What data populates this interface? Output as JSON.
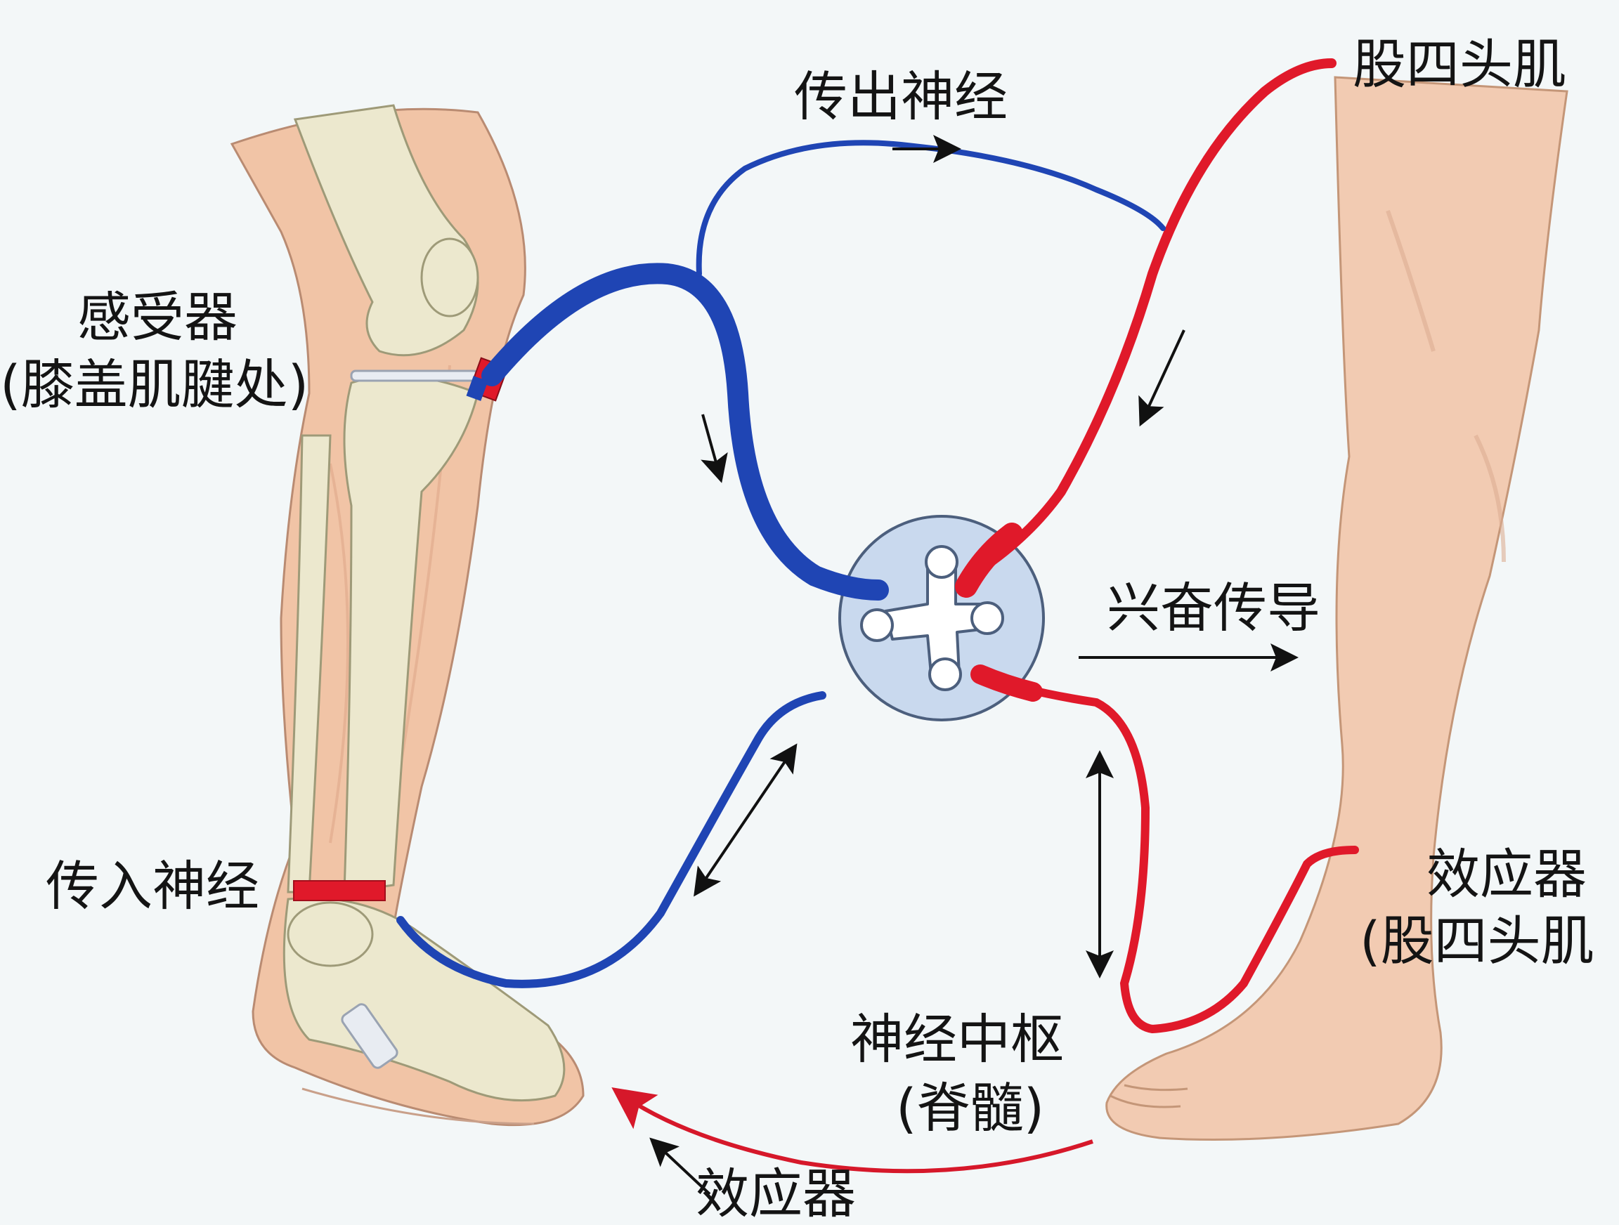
{
  "labels": {
    "receptor": "感受器",
    "receptor_location": "(膝盖肌腱处)",
    "efferent_nerve": "传出神经",
    "quadriceps": "股四头肌",
    "excitation_conduction": "兴奋传导",
    "afferent_nerve": "传入神经",
    "effector": "效应器",
    "effector_detail": "(股四头肌",
    "nerve_center": "神经中枢",
    "spinal_cord": "(脊髓)",
    "bottom_effector": "效应器"
  },
  "colors": {
    "afferent_blue": "#1f45b4",
    "efferent_red": "#e0192a",
    "center_fill": "#c9d9ee",
    "skin": "#f1c4a6",
    "bone": "#ece8ce"
  }
}
